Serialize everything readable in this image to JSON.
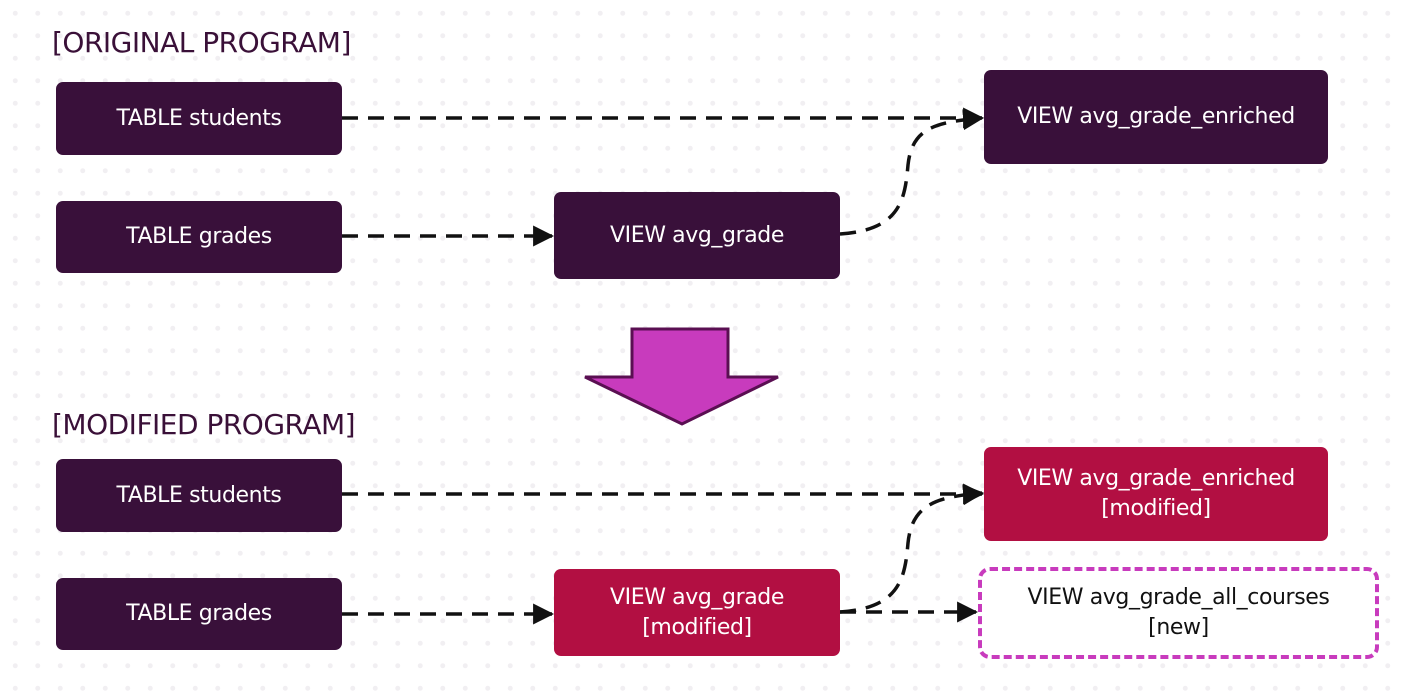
{
  "colors": {
    "table": "#39103a",
    "view": "#39103a",
    "modified": "#b20f42",
    "new_border": "#c83bbd",
    "arrow": "#c83bbd",
    "edge": "#111111",
    "heading": "#3a1038"
  },
  "original": {
    "heading": "[ORIGINAL PROGRAM]",
    "nodes": {
      "students": {
        "line1": "TABLE students"
      },
      "grades": {
        "line1": "TABLE grades"
      },
      "avg_grade": {
        "line1": "VIEW avg_grade"
      },
      "enriched": {
        "line1": "VIEW avg_grade_enriched"
      }
    },
    "edges": [
      {
        "from": "TABLE students",
        "to": "VIEW avg_grade_enriched",
        "style": "dashed"
      },
      {
        "from": "TABLE grades",
        "to": "VIEW avg_grade",
        "style": "dashed"
      },
      {
        "from": "VIEW avg_grade",
        "to": "VIEW avg_grade_enriched",
        "style": "dashed"
      }
    ]
  },
  "transition_arrow": "down-arrow",
  "modified": {
    "heading": "[MODIFIED PROGRAM]",
    "nodes": {
      "students": {
        "line1": "TABLE students"
      },
      "grades": {
        "line1": "TABLE grades"
      },
      "avg_grade": {
        "line1": "VIEW avg_grade",
        "line2": "[modified]"
      },
      "enriched": {
        "line1": "VIEW avg_grade_enriched",
        "line2": "[modified]"
      },
      "all_courses": {
        "line1": "VIEW avg_grade_all_courses",
        "line2": "[new]"
      }
    },
    "edges": [
      {
        "from": "TABLE students",
        "to": "VIEW avg_grade_enriched [modified]",
        "style": "dashed"
      },
      {
        "from": "TABLE grades",
        "to": "VIEW avg_grade [modified]",
        "style": "dashed"
      },
      {
        "from": "VIEW avg_grade [modified]",
        "to": "VIEW avg_grade_enriched [modified]",
        "style": "dashed"
      },
      {
        "from": "VIEW avg_grade [modified]",
        "to": "VIEW avg_grade_all_courses [new]",
        "style": "dashed"
      }
    ]
  }
}
